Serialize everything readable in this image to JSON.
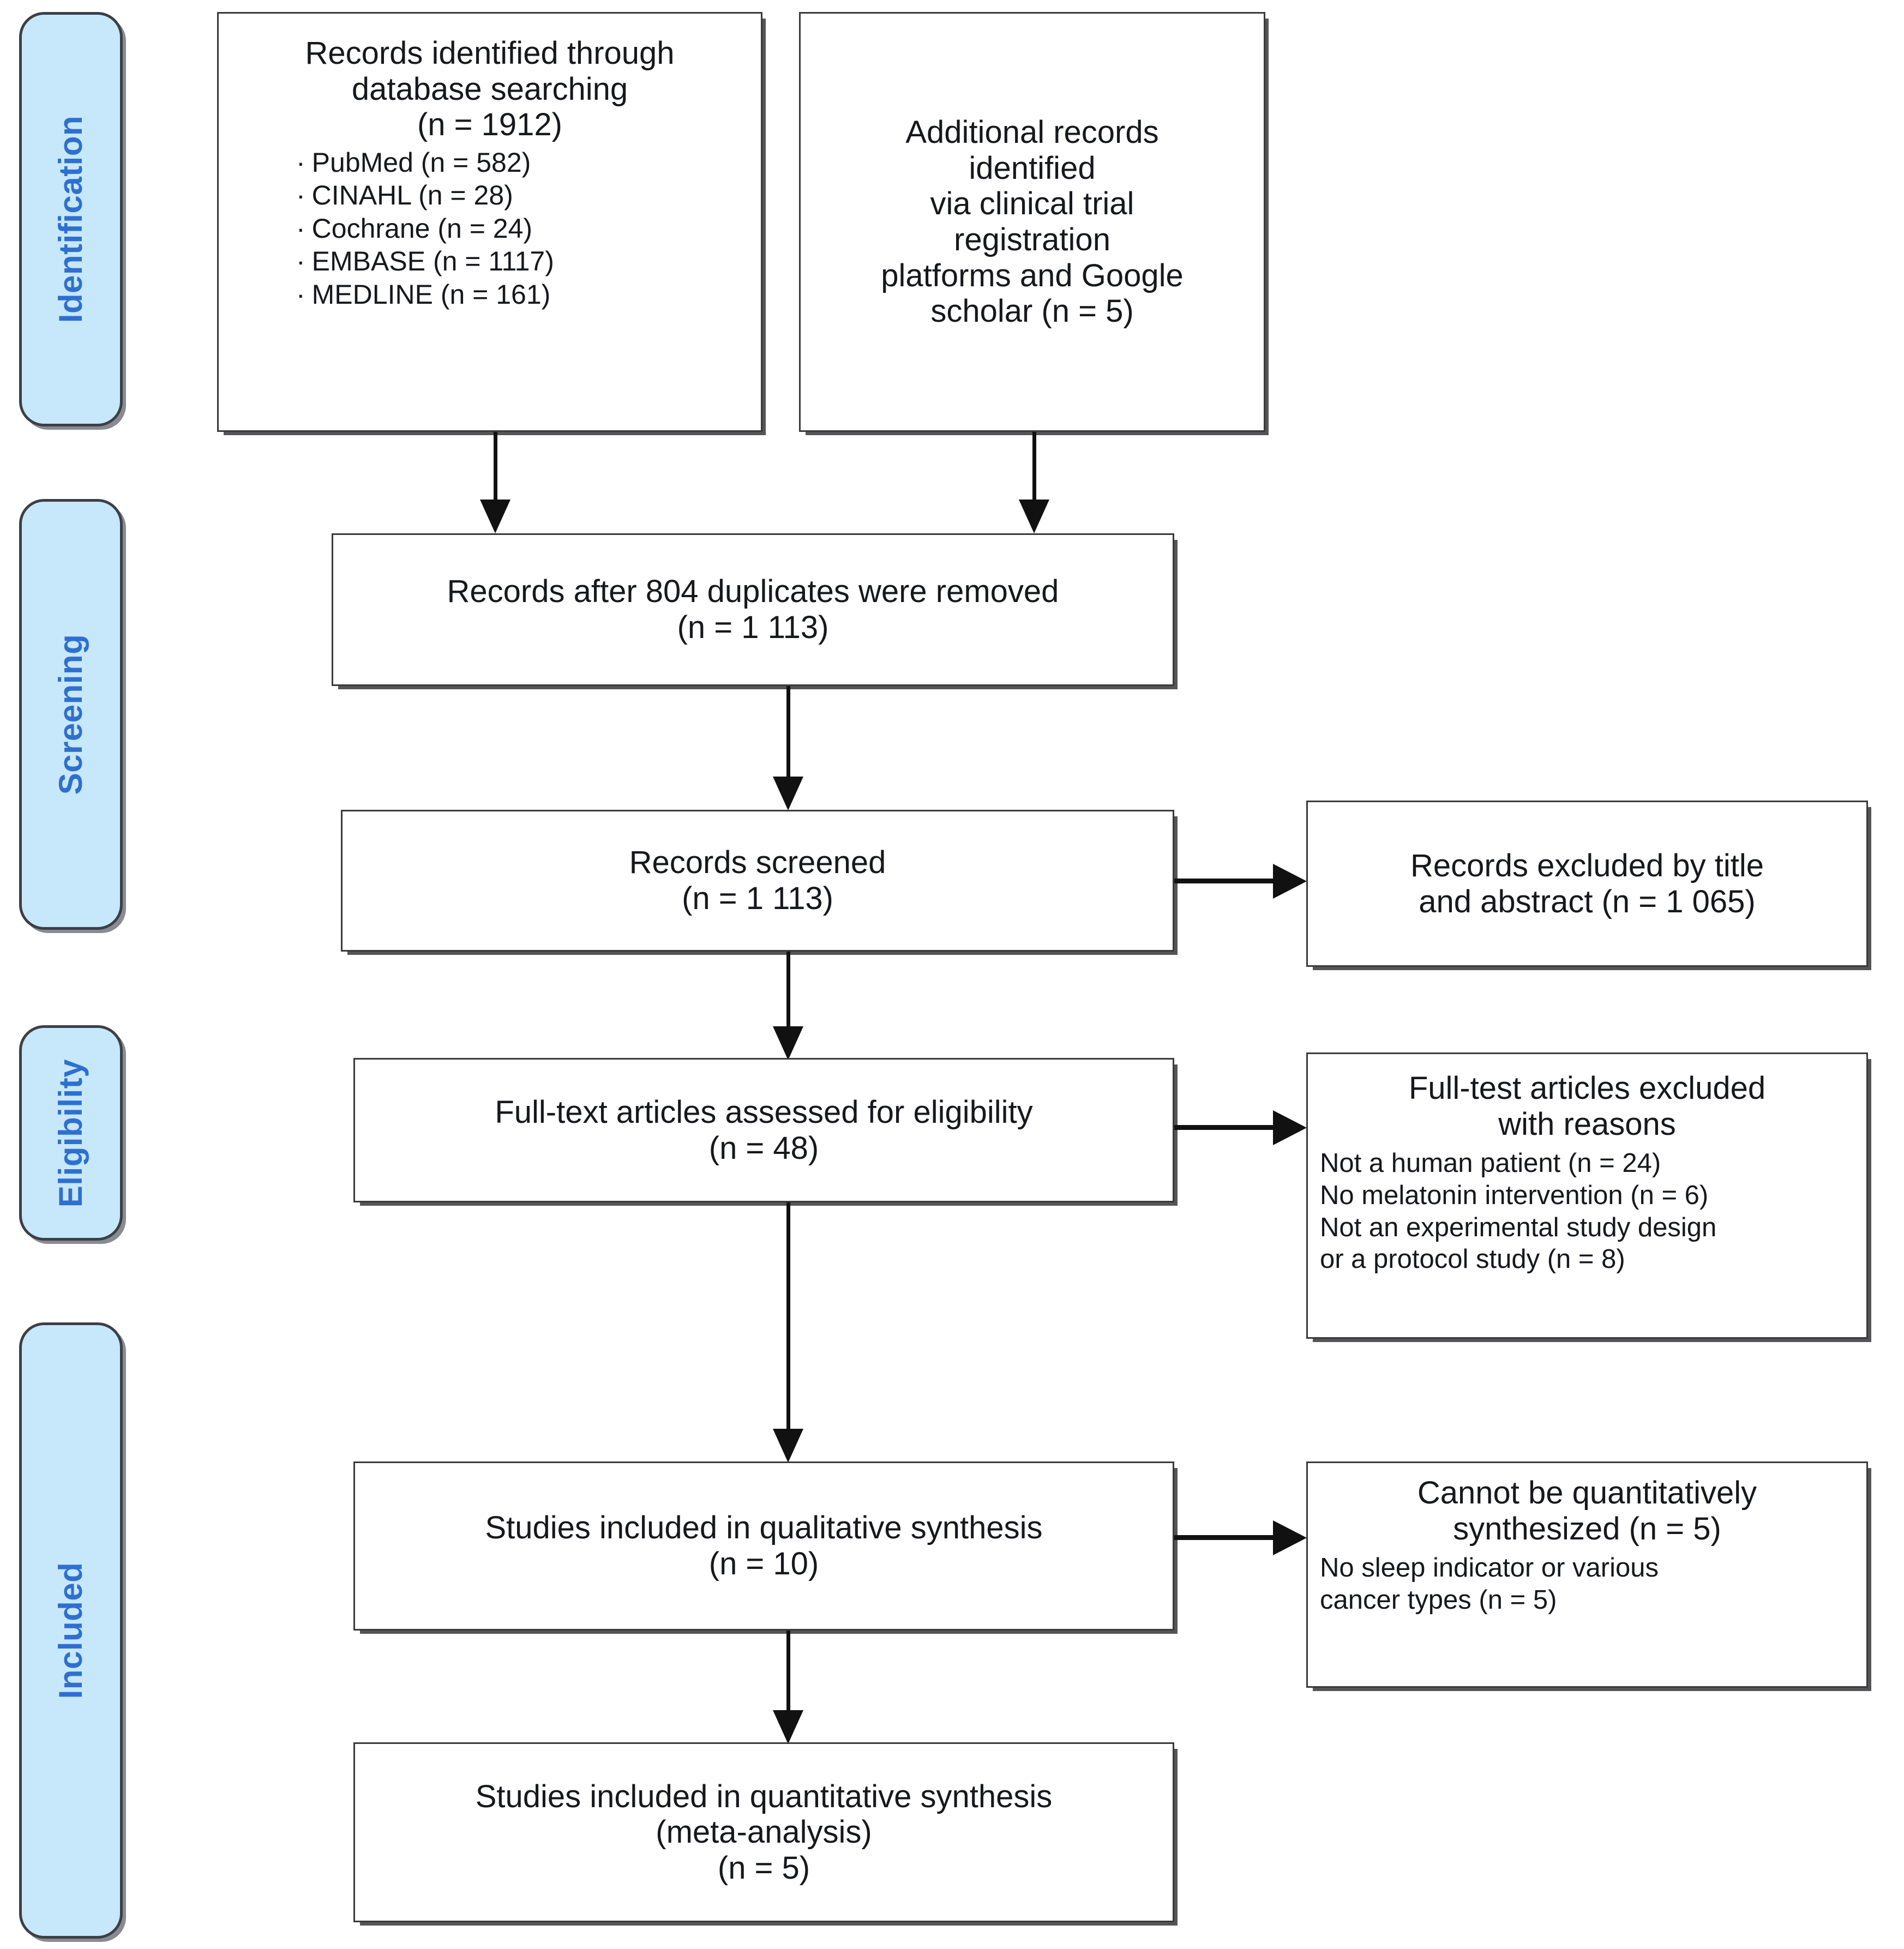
{
  "diagram": {
    "title": "PRISMA flow diagram",
    "accent_blue": "#c7e7fb",
    "label_blue": "#2e6fd0",
    "border_gray": "#3a3a3a"
  },
  "stages": [
    {
      "label": "Identification"
    },
    {
      "label": "Screening"
    },
    {
      "label": "Eligibility"
    },
    {
      "label": "Included"
    }
  ],
  "boxes": {
    "database_search": {
      "line1": "Records identified through",
      "line2": "database searching",
      "line3": "(n = 1912)",
      "sources": [
        {
          "bullet": "·",
          "text": "PubMed (n = 582)"
        },
        {
          "bullet": "·",
          "text": "CINAHL (n = 28)"
        },
        {
          "bullet": "·",
          "text": "Cochrane (n = 24)"
        },
        {
          "bullet": "·",
          "text": "EMBASE (n = 1117)"
        },
        {
          "bullet": "·",
          "text": "MEDLINE (n = 161)"
        }
      ]
    },
    "additional_records": {
      "line1": "Additional records",
      "line2": "identified",
      "line3": "via clinical trial",
      "line4": "registration",
      "line5": "platforms and Google",
      "line6": "scholar (n = 5)"
    },
    "duplicates_removed": {
      "line1": "Records after 804 duplicates were removed",
      "line2": "(n = 1 113)"
    },
    "records_screened": {
      "line1": "Records screened",
      "line2": "(n = 1 113)"
    },
    "records_excluded": {
      "line1": "Records excluded by title",
      "line2": "and abstract (n = 1 065)"
    },
    "fulltext_assessed": {
      "line1": "Full-text articles assessed for eligibility",
      "line2": "(n = 48)"
    },
    "fulltext_excluded": {
      "line1": "Full-test articles excluded",
      "line2": "with reasons",
      "reasons": [
        "Not a human patient  (n = 24)",
        "No melatonin  intervention (n =  6)",
        "Not an experimental study design",
        "or a protocol study (n = 8)"
      ]
    },
    "qualitative_synthesis": {
      "line1": "Studies included in qualitative synthesis",
      "line2": "(n = 10)"
    },
    "cannot_synthesize": {
      "line1": "Cannot be quantitatively",
      "line2": "synthesized (n = 5)",
      "reasons": [
        "No sleep indicator or various",
        "cancer types (n = 5)"
      ]
    },
    "quantitative_synthesis": {
      "line1": "Studies included in quantitative synthesis",
      "line2": "(meta-analysis)",
      "line3": "(n = 5)"
    }
  }
}
